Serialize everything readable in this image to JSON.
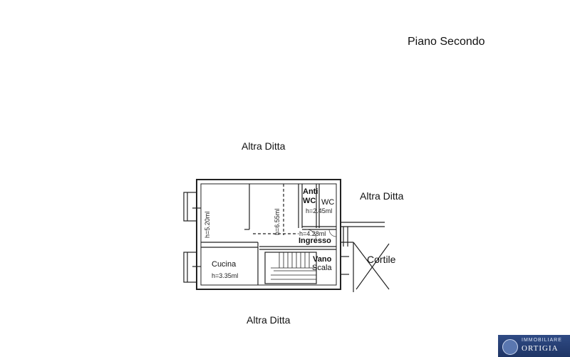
{
  "title": "Piano Secondo",
  "labels": {
    "altra_ditta_top": "Altra Ditta",
    "altra_ditta_right": "Altra Ditta",
    "altra_ditta_bottom": "Altra Ditta",
    "cortile": "Cortile"
  },
  "rooms": {
    "anti_wc_1": "Anti",
    "anti_wc_2": "WC",
    "wc": "WC",
    "wc_height": "h=2.45ml",
    "ingresso_height": "h=4.28ml",
    "ingresso": "Ingresso",
    "vano_1": "Vano",
    "vano_2": "Scala",
    "cucina": "Cucina",
    "cucina_height": "h=3.35ml",
    "left_room_height": "h=5.20ml",
    "middle_room_height": "h=6.55ml"
  },
  "brand": {
    "line1": "IMMOBILIARE",
    "line2": "ORTIGIA"
  },
  "colors": {
    "wall": "#222222",
    "brand_bg": "#2f4b85"
  }
}
